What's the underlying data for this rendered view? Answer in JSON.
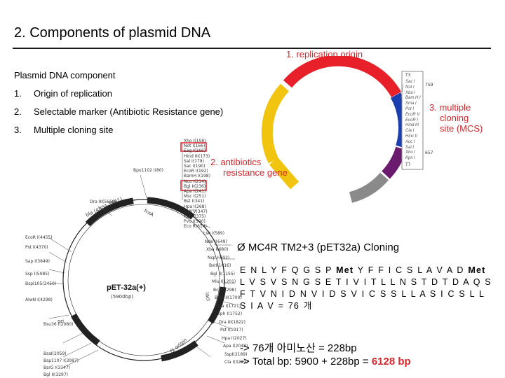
{
  "slide": {
    "title": "2. Components of plasmid DNA",
    "components_heading": "Plasmid DNA component",
    "components": [
      {
        "num": "1.",
        "text": "Origin of replication"
      },
      {
        "num": "2.",
        "text": "Selectable marker (Antibiotic Resistance gene)"
      },
      {
        "num": "3.",
        "text": "Multiple cloning site"
      }
    ]
  },
  "diagram_labels": {
    "replication": "1. replication origin",
    "mcs_line1": "3. multiple",
    "mcs_line2": "cloning",
    "mcs_line3": "site (MCS)",
    "amp_line1": "2. antibiotics",
    "amp_line2": "resistance gene",
    "mcs_top": "T3",
    "mcs_bottom": "T7",
    "mcs_num_top": "759",
    "mcs_num_bottom": "657",
    "mcs_sites": [
      "Sac I",
      "Not I",
      "Xba I",
      "Bam H I",
      "Sma I",
      "Pst I",
      "EcoR V",
      "EcoR I",
      "Hind III",
      "Cla I",
      "Hinc II",
      "Acc I",
      "Sal I",
      "Xho I",
      "Kpn I"
    ]
  },
  "pet_map": {
    "name": "pET-32a(+)",
    "size": "(5900bp)",
    "genes": [
      "bla (4804-5661)",
      "ori",
      "lacI",
      "trxA",
      "f1 origin"
    ],
    "left_sites": [
      "Bpu1102 I(80)",
      "Dra III(5669)",
      "EcoR I(4455)",
      "Pst I(4370)",
      "Sap I(3849)",
      "Ssp I(5085)",
      "BspI105(3450)",
      "AlwN I(4298)",
      "Bsu36 I(2080)",
      "BsaI(2059)",
      "Bsp1107 I(3087)",
      "BsrG I(3347)",
      "Bgl II(3297)"
    ],
    "right_sites": [
      "Xho I(158)",
      "Not I(166)",
      "Eag I(166)",
      "Hind III(173)",
      "Sal I(179)",
      "Sac I(190)",
      "EcoR I(192)",
      "BamH I(198)",
      "Nco I(214)",
      "Bgl II(236)",
      "Apa I(241)",
      "Msc I(251)",
      "Bst I(341)",
      "Hpa I(268)",
      "Nsp V(347)",
      "Kpn I(375)",
      "Pvu I(590)",
      "Eco R(614)",
      "Lsh I(589)",
      "Nde I(649)",
      "Xba I(680)",
      "Nsp I(692)",
      "BstI(1016)",
      "Bgl II(1155)",
      "Mlu I(1201)",
      "Bcl I(1298)",
      "BstE II(1700)",
      "Apa I(1721)",
      "Sph I(1752)",
      "Dra III(1822)",
      "Pst I(1917)",
      "Hpa I(2027)",
      "Apa I(2048)",
      "SspI(2189)",
      "Cla I(3299)"
    ]
  },
  "cloning": {
    "heading": "MC4R TM2+3 (pET32a) Cloning",
    "bullet": "Ø",
    "sequence_pre": "E N L Y F Q G S P",
    "sequence_met1": "Met",
    "sequence_mid": "Y F F I C S L A V A D",
    "sequence_met2": "Met",
    "sequence_post": "L V S V S N G S E T I V I T L L N S T D T D A Q S F T V N I D N V I D S V I C S S L L A S I C S L L S I A V = 76 개",
    "result1_prefix": "->",
    "result1": "76개 아미노산 = 228bp",
    "result2_prefix": "->",
    "result2_text": "Total bp: 5900 + 228bp =",
    "result2_highlight": "6128 bp"
  },
  "colors": {
    "red_label": "#d9262b",
    "ring_red": "#e8202a",
    "ring_yellow": "#f1c40f",
    "ring_blue": "#1a3eb0",
    "ring_purple": "#6a1b6e",
    "ring_grey": "#8a8a8a",
    "highlight_red": "#d8232a"
  }
}
